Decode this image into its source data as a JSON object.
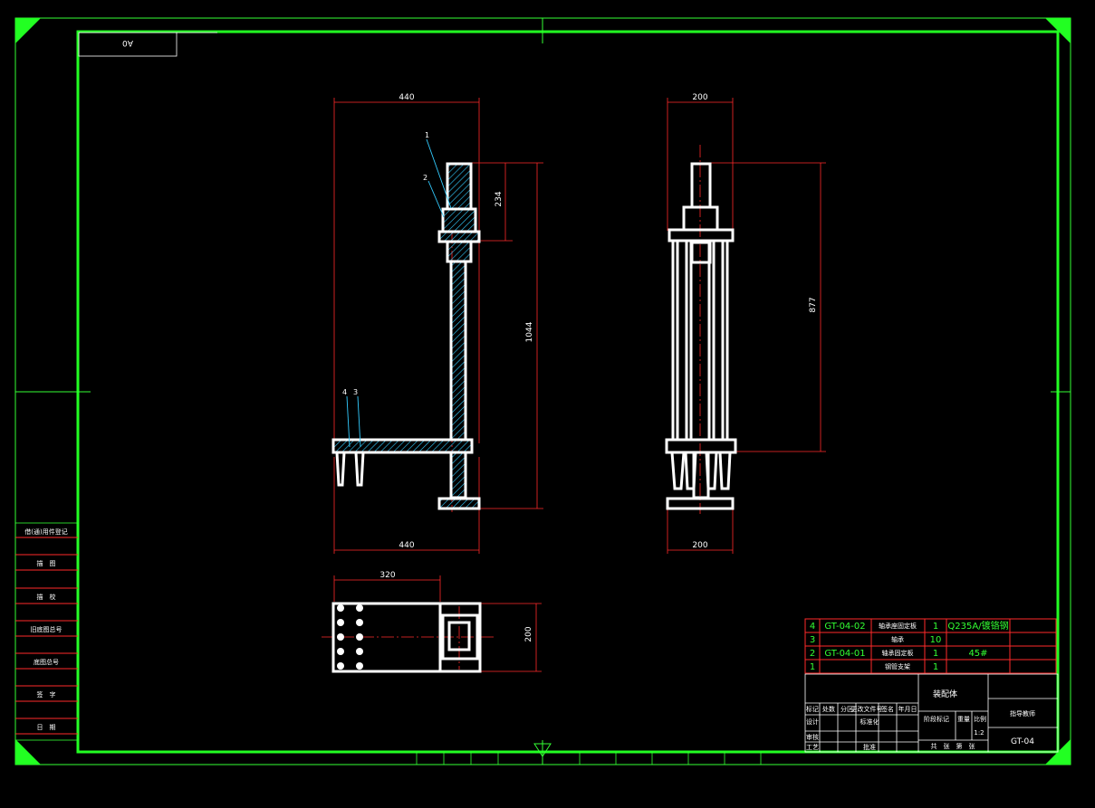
{
  "sheet": {
    "size_label": "A0",
    "drawing_number": "GT-04",
    "title": "装配体",
    "subtitle": "指导教师",
    "scale_label": "1:2"
  },
  "dimensions": {
    "front_top_width": "440",
    "front_bottom_width": "440",
    "front_upper_height": "234",
    "front_total_height": "1044",
    "side_top_width": "200",
    "side_bottom_width": "200",
    "side_height": "877",
    "plan_length": "320",
    "plan_width": "200"
  },
  "balloons": [
    "1",
    "2",
    "4",
    "3"
  ],
  "left_column": [
    "借(通)用件登记",
    "描　图",
    "描　校",
    "旧底图总号",
    "底图总号",
    "签　字",
    "日　期"
  ],
  "parts_list": [
    {
      "no": "4",
      "code": "GT-04-02",
      "name": "轴承座固定板",
      "qty": "1",
      "material": "Q235A/镀铬钢"
    },
    {
      "no": "3",
      "code": "",
      "name": "轴承",
      "qty": "10",
      "material": ""
    },
    {
      "no": "2",
      "code": "GT-04-01",
      "name": "轴承固定板",
      "qty": "1",
      "material": "45#"
    },
    {
      "no": "1",
      "code": "",
      "name": "钢管支架",
      "qty": "1",
      "material": ""
    }
  ],
  "title_block": {
    "header_cells": [
      "标记",
      "处数",
      "分区",
      "更改文件号",
      "签名",
      "年月日"
    ],
    "row_labels": [
      "设计",
      "审核",
      "工艺"
    ],
    "std": "标准化",
    "stage": "阶段标记",
    "weight": "重量",
    "ratio": "比例",
    "sheets": "共　张　第　张",
    "approve": "批准"
  }
}
